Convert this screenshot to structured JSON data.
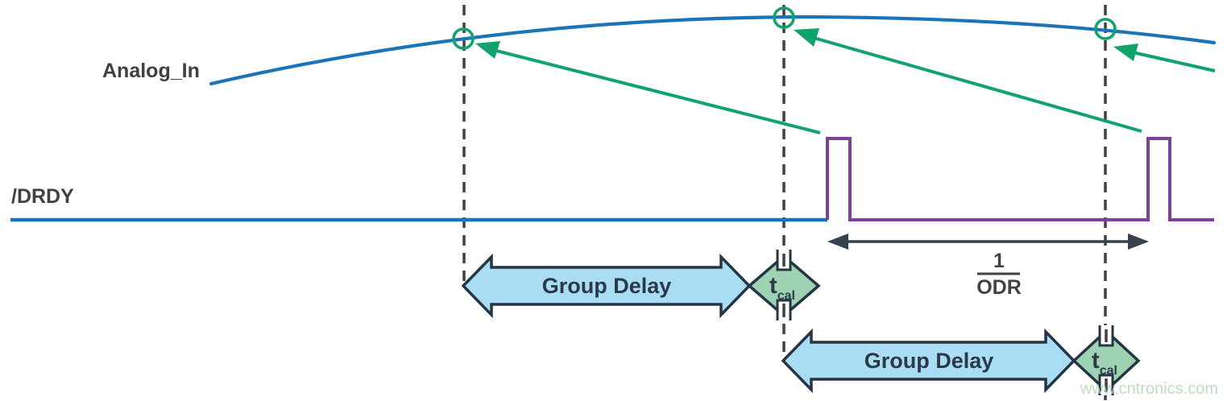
{
  "figure": {
    "type": "timing-diagram",
    "signal_labels": {
      "analog_in": "Analog_In",
      "drdy": "/DRDY"
    },
    "annotations": {
      "group_delay_top": "Group Delay",
      "group_delay_bottom": "Group Delay",
      "tcal_top": {
        "base": "t",
        "sub": "cal"
      },
      "tcal_bottom": {
        "base": "t",
        "sub": "cal"
      },
      "odr_numerator": "1",
      "odr_denominator": "ODR"
    },
    "watermark": "www.cntronics.com"
  },
  "colors": {
    "analog_trace": "#1b74ba",
    "drdy_trace": "#7e4097",
    "sample_marker_green": "#10a36b",
    "group_delay_fill": "#a8ddf4",
    "tcal_fill": "#9dd3b2",
    "shape_outline": "#263545",
    "guide_dash": "#414042",
    "label_text": "#414042",
    "arrow_label_text": "#2b3947",
    "odr_arrow": "#37424e",
    "watermark_green": "#b7dcb9"
  }
}
